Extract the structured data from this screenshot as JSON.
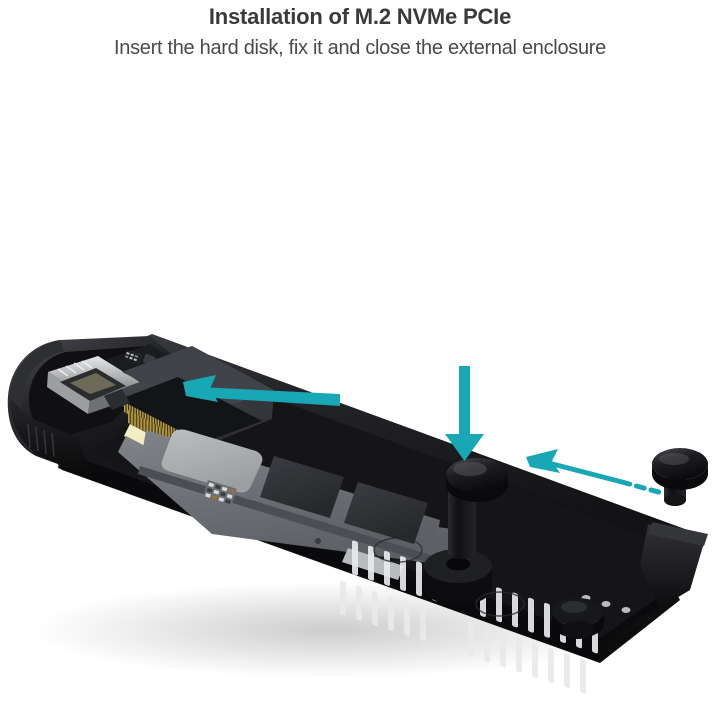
{
  "header": {
    "title": "Installation of M.2 NVMe PCIe",
    "subtitle": "Insert the hard disk, fix it and close the external enclosure"
  },
  "colors": {
    "background": "#ffffff",
    "title_text": "#3a3a3a",
    "subtitle_text": "#4a4a4a",
    "accent_arrow": "#18a7b5",
    "enclosure_body": "#18181a",
    "enclosure_shadow": "#0c0c0e",
    "enclosure_highlight": "#45464a",
    "ssd_pcb": "#6f7378",
    "ssd_chip": "#2f3136",
    "ssd_pad": "#a9acae",
    "connector_silver": "#c9cbcd",
    "pin_gold": "#b39431",
    "pcb_cream": "#efe9b8",
    "screw_black": "#161618"
  },
  "illustration": {
    "name": "m2-nvme-enclosure-exploded-view",
    "parts": [
      {
        "name": "external-enclosure-shell",
        "label": "External enclosure shell"
      },
      {
        "name": "usb-c-connector",
        "label": "USB-C connector"
      },
      {
        "name": "m2-slot-connector",
        "label": "M.2 slot connector"
      },
      {
        "name": "m2-nvme-ssd",
        "label": "M.2 NVMe SSD"
      },
      {
        "name": "heatsink-vent-grille",
        "label": "Heatsink vent grille"
      },
      {
        "name": "thumbscrew-installed",
        "label": "Installed thumbscrew"
      },
      {
        "name": "thumbscrew-detached",
        "label": "Detached thumbscrew"
      }
    ],
    "annotations": [
      {
        "name": "arrow-insert-ssd",
        "type": "solid-arrow",
        "direction": "left",
        "meaning": "Insert the SSD into the M.2 slot"
      },
      {
        "name": "arrow-press-down-screw",
        "type": "solid-arrow",
        "direction": "down",
        "meaning": "Press the thumbscrew down"
      },
      {
        "name": "arrow-attach-screw",
        "type": "dashed-arrow",
        "direction": "left",
        "meaning": "Attach the thumbscrew"
      }
    ]
  }
}
